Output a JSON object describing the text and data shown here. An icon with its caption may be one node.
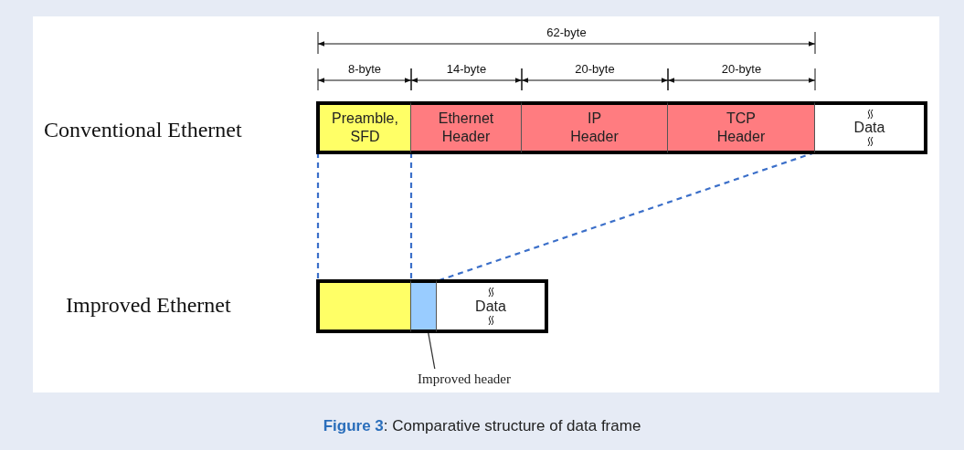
{
  "diagram": {
    "caption": "**Figure 3**: Comparative structure of data frame",
    "nodes": [
      {
        "text": [
          "Preamble, SFD"
        ]
      },
      {
        "text": [
          "Ethernet Header"
        ]
      },
      {
        "text": [
          "IP Header"
        ]
      },
      {
        "text": [
          "TCP Header"
        ]
      },
      {
        "text": [
          "Data"
        ]
      },
      {
        "text": [],
        "shape": "box"
      },
      {
        "text": [],
        "shape": "box"
      },
      {
        "text": [
          "Data"
        ]
      },
      {
        "text": [
          "Improved header"
        ]
      }
    ],
    "edges": [
      {
        "from": 0,
        "to": 5,
        "arrow": "none",
        "style": "dashed"
      },
      {
        "from": 1,
        "to": 6,
        "arrow": "none",
        "style": "dashed"
      },
      {
        "from": 3,
        "to": 6,
        "arrow": "none",
        "style": "dashed"
      },
      {
        "from": 8,
        "to": 6,
        "arrow": "other",
        "color": "#333333"
      }
    ],
    "labels": [
      "62-byte",
      "8-byte",
      "14-byte",
      "20-byte",
      "20-byte",
      "Conventional Ethernet",
      "Improved Ethernet"
    ]
  }
}
